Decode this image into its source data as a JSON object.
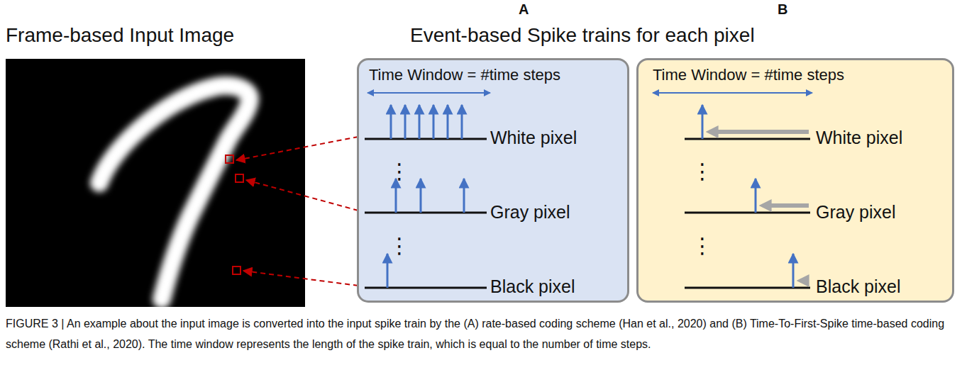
{
  "diagram": {
    "caption": "FIGURE 3 | An example about the input image is converted into the input spike train by the (A) rate-based coding scheme (Han et al., 2020) and (B) Time-To-First-Spike time-based coding scheme (Rathi et al., 2020). The time window represents the length of the spike train, which is equal to the number of time steps.",
    "nodes": [
      {
        "text": [
          "Time Window = #time steps",
          "White pixel",
          "⋮",
          "Gray pixel",
          "⋮",
          "Black pixel"
        ]
      },
      {
        "text": [
          "Time Window = #time steps",
          "White pixel",
          "⋮",
          "Gray pixel",
          "⋮",
          "Black pixel"
        ]
      }
    ],
    "labels": [
      "A",
      "B",
      "Frame-based Input Image",
      "Event-based Spike trains for each pixel"
    ]
  }
}
